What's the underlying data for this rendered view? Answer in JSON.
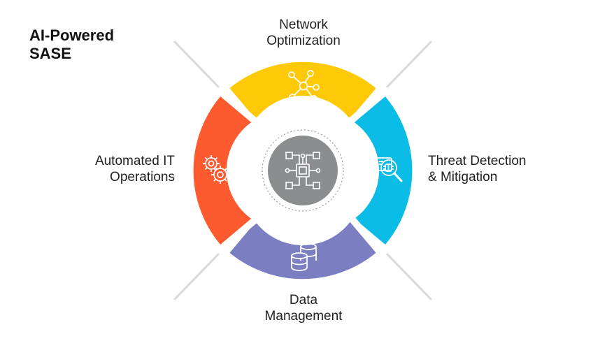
{
  "title": {
    "line1": "AI-Powered",
    "line2": "SASE"
  },
  "segments": {
    "top": {
      "line1": "Network",
      "line2": "Optimization",
      "color": "#FFC907",
      "icon": "network-nodes-icon"
    },
    "right": {
      "line1": "Threat Detection",
      "line2": "& Mitigation",
      "color": "#0BBCE6",
      "icon": "threat-search-icon"
    },
    "bottom": {
      "line1": "Data",
      "line2": "Management",
      "color": "#7B7FC2",
      "icon": "database-icon"
    },
    "left": {
      "line1": "Automated IT",
      "line2": "Operations",
      "color": "#FD5A30",
      "icon": "gears-icon"
    }
  },
  "center": {
    "color": "#8C8D8F",
    "icon": "ai-chip-icon"
  },
  "connector_color": "#D9D9D9"
}
